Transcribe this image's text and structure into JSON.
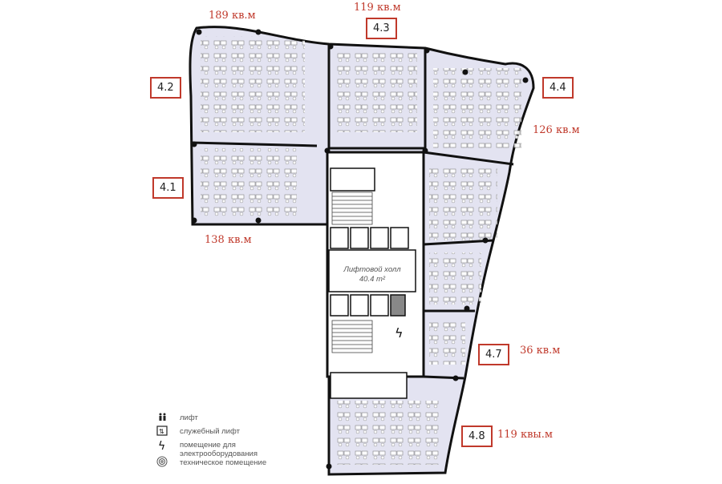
{
  "units": [
    {
      "id": "4.1",
      "area": "138 кв.м"
    },
    {
      "id": "4.2",
      "area": "189 кв.м"
    },
    {
      "id": "4.3",
      "area": "119 кв.м"
    },
    {
      "id": "4.4",
      "area": "126 кв.м"
    },
    {
      "id": "4.7",
      "area": "36 кв.м"
    },
    {
      "id": "4.8",
      "area": "119 квы.м"
    }
  ],
  "hall": {
    "name": "Лифтовой холл",
    "area": "40.4 m²"
  },
  "legend": [
    {
      "icon": "elevator-icon",
      "label": "лифт"
    },
    {
      "icon": "service-elevator-icon",
      "label": "служебный лифт"
    },
    {
      "icon": "lightning-icon",
      "label": "помещение для электрооборудования"
    },
    {
      "icon": "technical-room-icon",
      "label": "техническое помещение"
    }
  ],
  "colors": {
    "room": "#e3e3f1",
    "wall": "#111111",
    "label": "#c0392b"
  }
}
